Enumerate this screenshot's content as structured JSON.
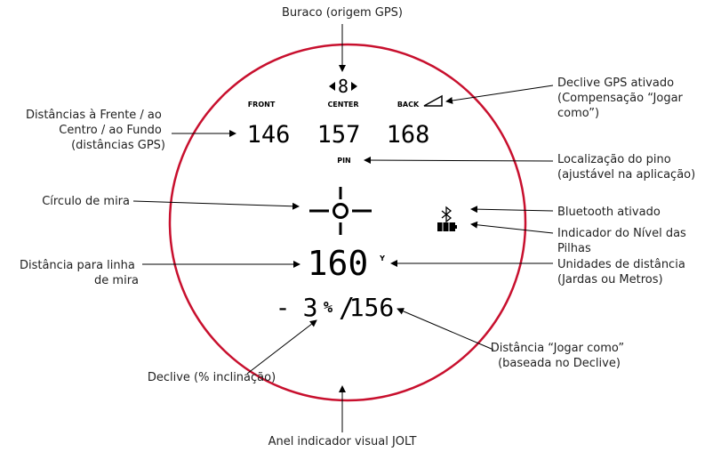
{
  "colors": {
    "ring": "#c8102e",
    "ink": "#000000",
    "label": "#222222"
  },
  "display": {
    "hole": "8",
    "front_label": "FRONT",
    "center_label": "CENTER",
    "back_label": "BACK",
    "front_value": "146",
    "center_value": "157",
    "back_value": "168",
    "pin_label": "PIN",
    "line_of_sight_value": "160",
    "unit": "Y",
    "slope_sign": "-",
    "slope_value": "3",
    "slope_percent": "%",
    "separator": "/",
    "plays_like_value": "156",
    "bluetooth_icon": "bluetooth-icon",
    "battery_icon": "battery-icon",
    "slope_icon": "slope-triangle-icon",
    "hole_arrows_icon": "left-right-arrows-icon"
  },
  "labels": {
    "hole": "Buraco (origem GPS)",
    "slope_gps": [
      "Declive GPS ativado",
      "(Compensação “Jogar",
      "como”)"
    ],
    "fcb": [
      "Distâncias à Frente / ao",
      "Centro / ao Fundo",
      "(distâncias GPS)"
    ],
    "pin": [
      "Localização do pino",
      "(ajustável na aplicação)"
    ],
    "reticle": "Círculo de mira",
    "bluetooth": "Bluetooth ativado",
    "battery": [
      "Indicador do Nível das",
      "Pilhas"
    ],
    "los": [
      "Distância para linha",
      "de mira"
    ],
    "units": [
      "Unidades de distância",
      "(Jardas ou Metros)"
    ],
    "plays_like": [
      "Distância “Jogar como”",
      "(baseada no Declive)"
    ],
    "slope": "Declive (% inclinação)",
    "jolt": "Anel indicador visual JOLT"
  }
}
